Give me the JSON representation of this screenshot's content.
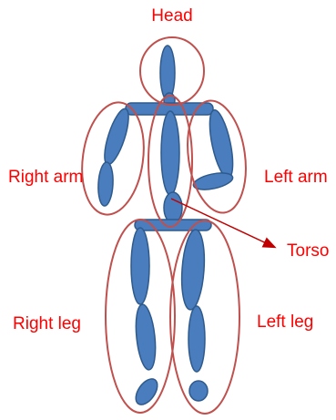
{
  "colors": {
    "label": "#ff0000",
    "region_outline": "#c0504d",
    "segment_fill": "#4a7dbd",
    "segment_stroke": "#2e5a8c",
    "arrow": "#c00000"
  },
  "labels": {
    "head": "Head",
    "right_arm": "Right arm",
    "left_arm": "Left arm",
    "torso": "Torso",
    "right_leg": "Right leg",
    "left_leg": "Left leg"
  }
}
